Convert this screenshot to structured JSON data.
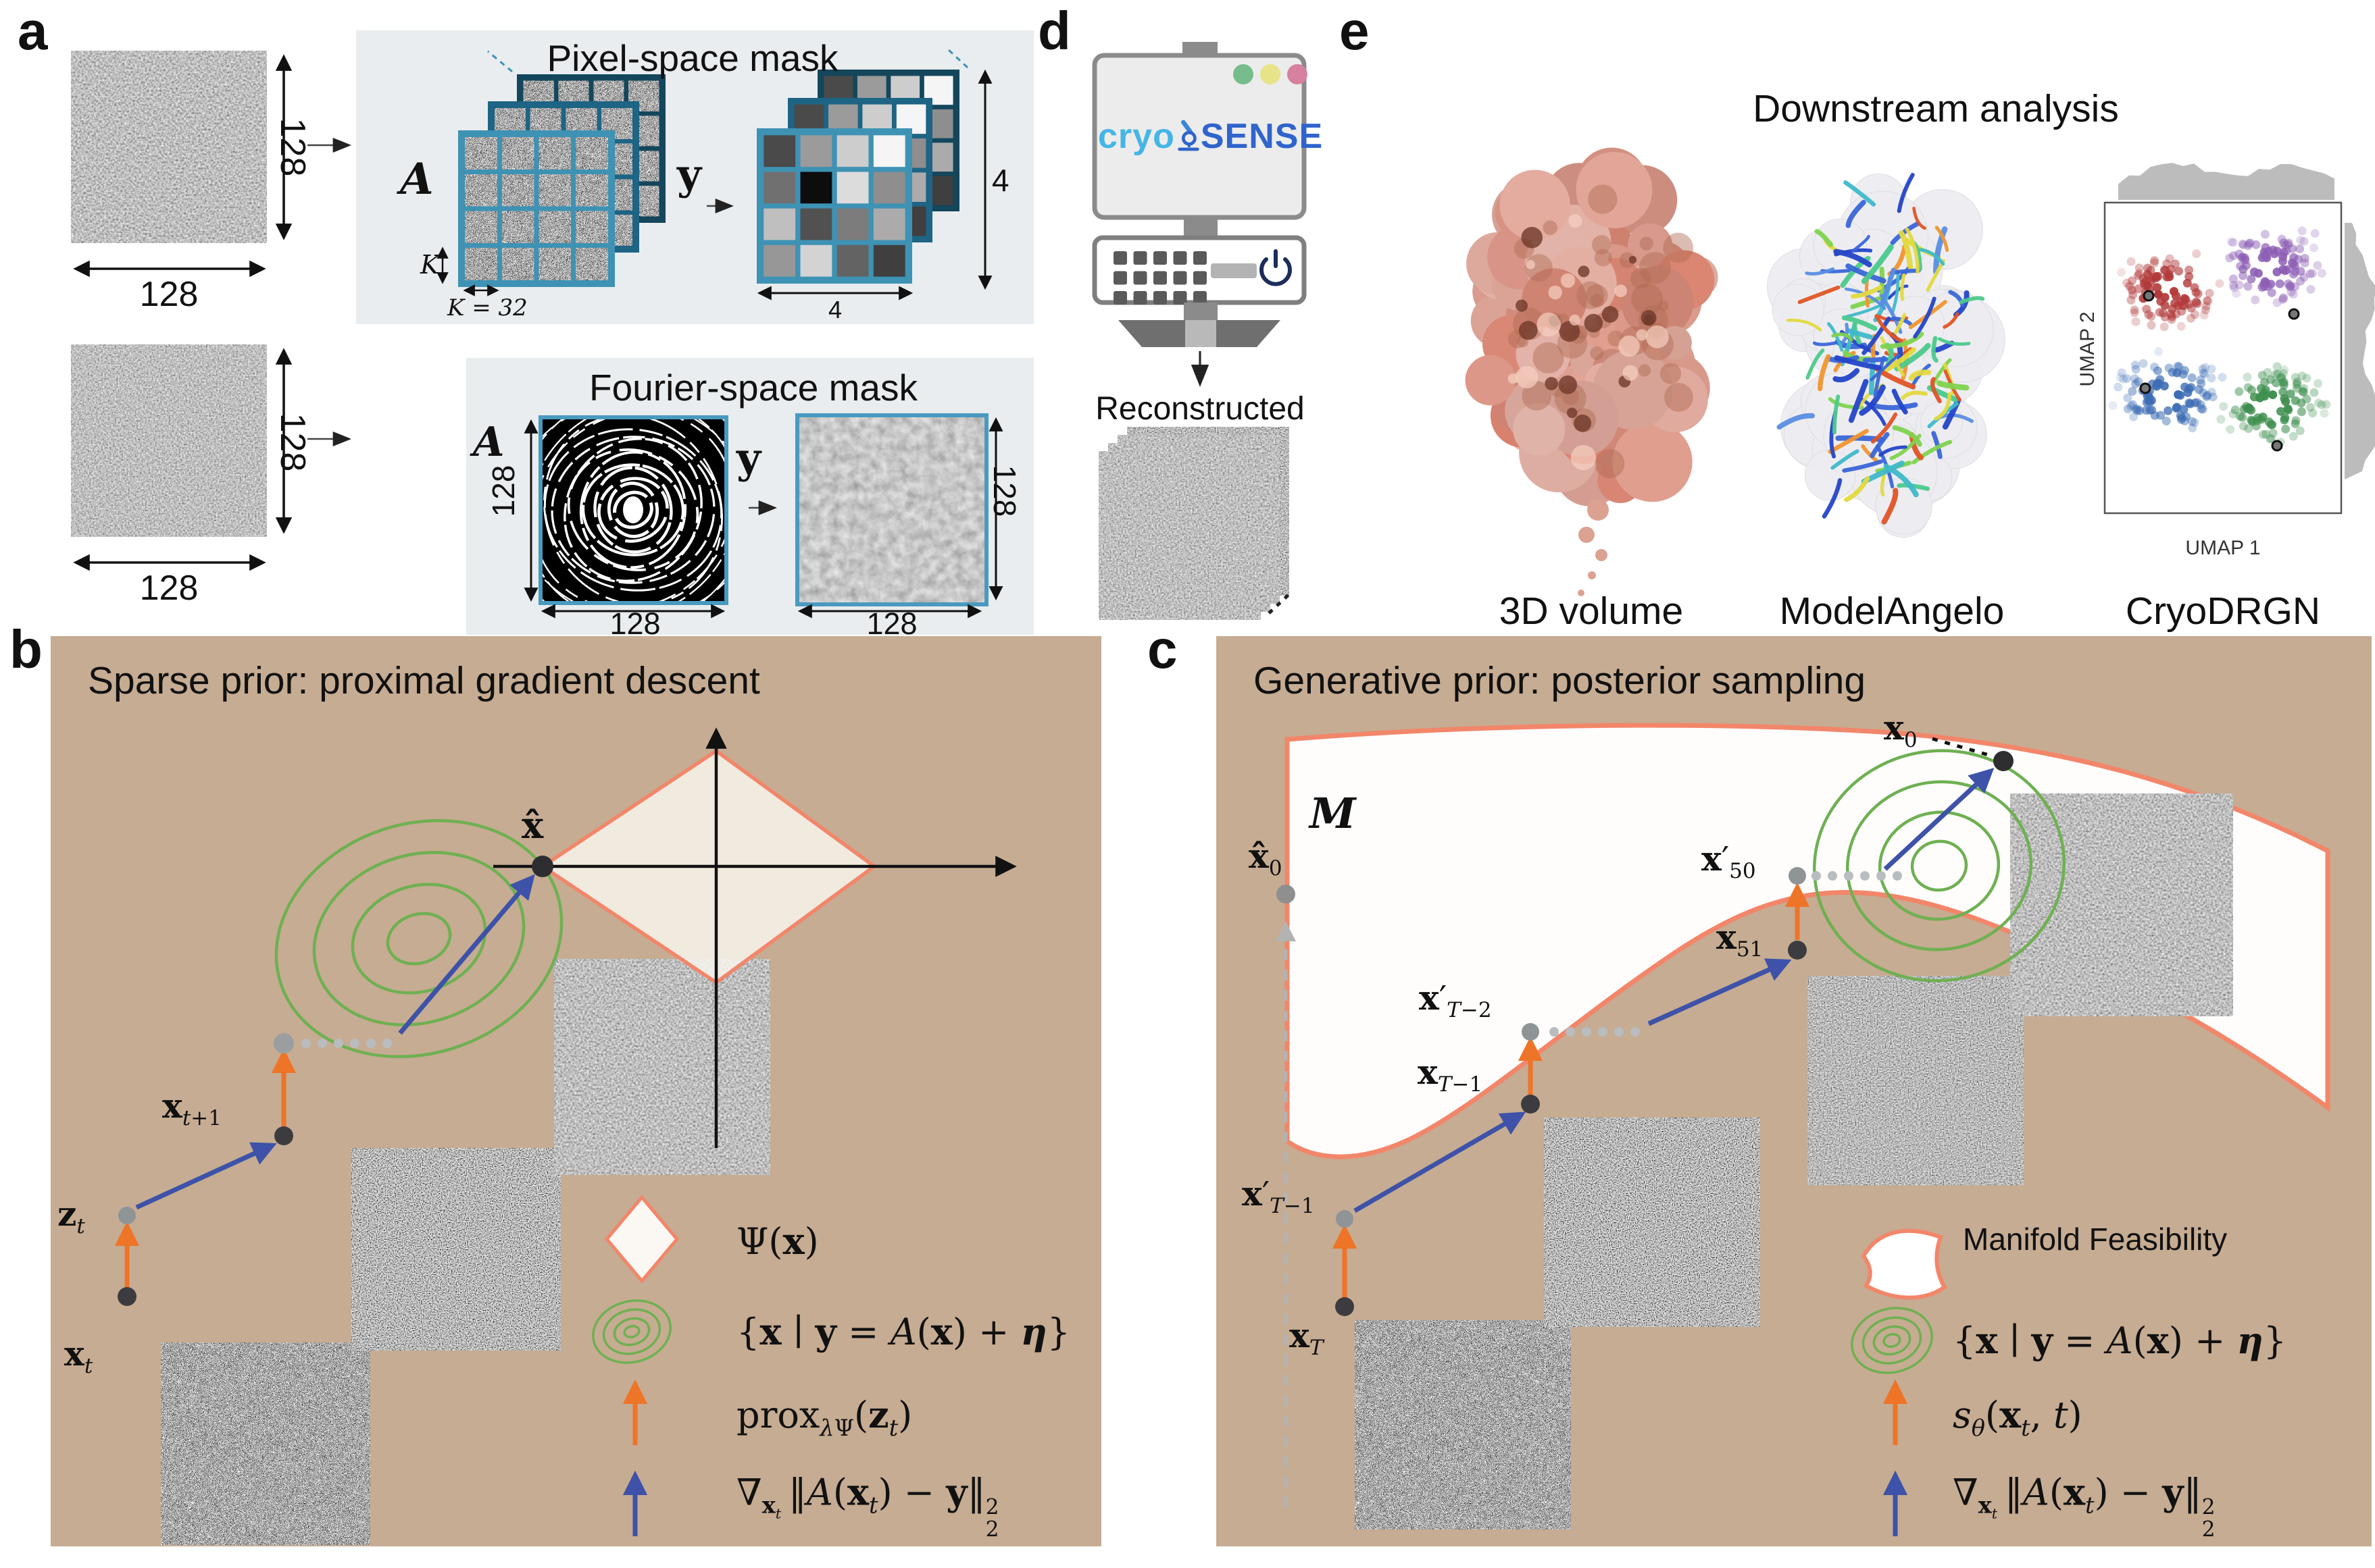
{
  "colors": {
    "tan_background": "#c6ac92",
    "panel_gray": "#e9edef",
    "salmon": "#f2866a",
    "contour_green": "#6fb052",
    "orange_arrow": "#ee7428",
    "blue_arrow": "#3d52a8",
    "teal_frame": "#3e92b4",
    "teal_mid": "#1e6484",
    "teal_dark": "#14465c",
    "logo_blue_light": "#45b5e6",
    "logo_blue_dark": "#2f64cc",
    "dot_green": "#76bd8b",
    "dot_yellow": "#e7e388",
    "dot_pink": "#d780a0",
    "cluster_red": "#b23a3a",
    "cluster_purple": "#8d5fb5",
    "cluster_blue": "#3c6cb4",
    "cluster_green": "#3f8f4f",
    "volume_pink": "#e2a18f",
    "hist_gray": "#bcbcbc",
    "power_navy": "#1c2d5c"
  },
  "panels": {
    "a": {
      "label": "a",
      "dims": {
        "m1h": "128",
        "m1w": "128",
        "m2h": "128",
        "m2w": "128",
        "f_mask_h": "128",
        "f_mask_w": "128",
        "f_out_h": "128",
        "f_out_w": "128"
      },
      "pixel_mask": {
        "title": "Pixel-space mask",
        "op": "A",
        "meas": "y",
        "k": "K",
        "k_eq": "K = 32",
        "out_h": "4",
        "out_w": "4",
        "y_grid": [
          "#4a4a4a",
          "#9b9b9b",
          "#cdcdcd",
          "#f5f5f5",
          "#707070",
          "#0d0d0d",
          "#dcdcdc",
          "#8e8e8e",
          "#bfbfbf",
          "#515151",
          "#7c7c7c",
          "#ababab",
          "#979797",
          "#d3d3d3",
          "#636363",
          "#3f3f3f"
        ]
      },
      "fourier_mask": {
        "title": "Fourier-space mask",
        "op": "A",
        "meas": "y"
      }
    },
    "d": {
      "label": "d",
      "logo": {
        "prefix": "cryo",
        "suffix": "SENSE"
      },
      "output_label": "Reconstructed"
    },
    "e": {
      "label": "e",
      "title": "Downstream analysis",
      "items": [
        "3D volume",
        "ModelAngelo",
        "CryoDRGN"
      ],
      "umap": {
        "xlabel": "UMAP 1",
        "ylabel": "UMAP 2"
      }
    },
    "b": {
      "label": "b",
      "title": "Sparse prior: proximal gradient descent",
      "point_labels": {
        "x_t": "<b>x</b><sub><i>t</i></sub>",
        "z_t": "<b>z</b><sub><i>t</i></sub>",
        "x_t1": "<b>x</b><sub><i>t</i>+1</sub>",
        "x_hat": "<b>x&#770;</b>"
      },
      "legend": [
        {
          "icon": "diamond-icon",
          "label_html": "&#936;(<b>x</b>)"
        },
        {
          "icon": "level-set-icon",
          "label_html": "{<b>x</b> &#8739; <b>y</b> = <span class=\"cal\">A</span>(<b>x</b>) + <b><i>&#951;</i></b>}"
        },
        {
          "icon": "prox-arrow-icon",
          "label_html": "prox<sub><i>&#955;</i>&#936;</sub>(<b>z</b><sub><i>t</i></sub>)"
        },
        {
          "icon": "grad-arrow-icon",
          "label_html": "&#8711;<sub><b>x</b><sub><i>t</i></sub></sub>&#8201;&#8214;<span class=\"cal\">A</span>(<b>x</b><sub><i>t</i></sub>) &#8722; <b>y</b>&#8214;<span class=\"ss\"><span>2</span><span>2</span></span>"
        }
      ]
    },
    "c": {
      "label": "c",
      "title": "Generative prior: posterior sampling",
      "manifold_label": "M",
      "point_labels": {
        "x_hat_0": "<b>x&#770;</b><sub>0</sub>",
        "x_T": "<b>x</b><sub><i>T</i></sub>",
        "x_T1p": "<b>x</b>&#8242;<sub><i>T</i>&#8722;1</sub>",
        "x_T1": "<b>x</b><sub><i>T</i>&#8722;1</sub>",
        "x_T2p": "<b>x</b>&#8242;<sub><i>T</i>&#8722;2</sub>",
        "x_51": "<b>x</b><sub>51</sub>",
        "x_50p": "<b>x</b>&#8242;<sub>50</sub>",
        "x_0": "<b>x</b><sub>0</sub>"
      },
      "legend": [
        {
          "icon": "manifold-icon",
          "label_html": "Manifold Feasibility"
        },
        {
          "icon": "level-set-icon",
          "label_html": "{<b>x</b> &#8739; <b>y</b> = <span class=\"cal\">A</span>(<b>x</b>) + <b><i>&#951;</i></b>}"
        },
        {
          "icon": "score-arrow-icon",
          "label_html": "<i>s</i><sub><i>&#952;</i></sub>(<b>x</b><sub><i>t</i></sub>, <i>t</i>)"
        },
        {
          "icon": "grad-arrow-icon",
          "label_html": "&#8711;<sub><b>x</b><sub><i>t</i></sub></sub>&#8201;&#8214;<span class=\"cal\">A</span>(<b>x</b><sub><i>t</i></sub>) &#8722; <b>y</b>&#8214;<span class=\"ss\"><span>2</span><span>2</span></span>"
        }
      ]
    }
  }
}
